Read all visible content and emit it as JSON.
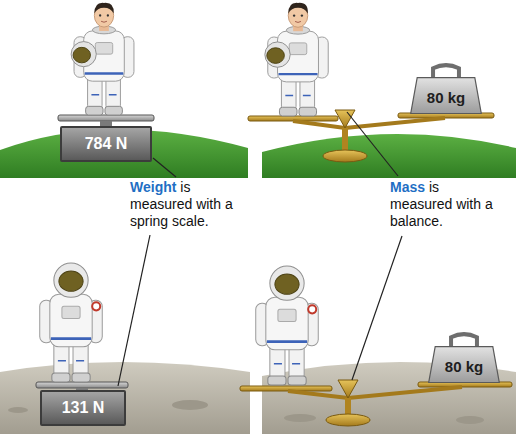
{
  "diagram": {
    "nodes": [
      {
        "text": [
          "784 N"
        ]
      },
      {
        "text": [
          "80 kg"
        ]
      },
      {
        "text": [
          "131 N"
        ]
      },
      {
        "text": [
          "80 kg"
        ]
      }
    ],
    "labels": [
      "Weight",
      "is measured with a spring scale.",
      "Mass",
      "is measured with a balance."
    ]
  }
}
